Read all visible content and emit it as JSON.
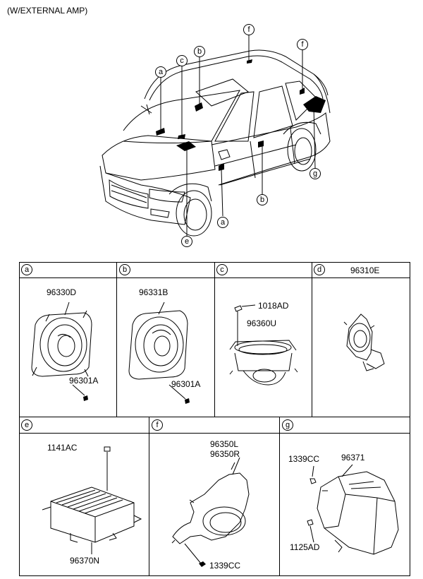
{
  "header": {
    "title": "(W/EXTERNAL AMP)"
  },
  "overview": {
    "callouts": [
      "a",
      "c",
      "b",
      "f",
      "f",
      "g",
      "b",
      "a",
      "e"
    ]
  },
  "panels": {
    "a": {
      "letter": "a",
      "part": "96330D",
      "screw": "96301A"
    },
    "b": {
      "letter": "b",
      "part": "96331B",
      "screw": "96301A"
    },
    "c": {
      "letter": "c",
      "bolt": "1018AD",
      "part": "96360U"
    },
    "d": {
      "letter": "d",
      "part": "96310E"
    },
    "e": {
      "letter": "e",
      "bolt": "1141AC",
      "part": "96370N"
    },
    "f": {
      "letter": "f",
      "part_l": "96350L",
      "part_r": "96350R",
      "nut": "1339CC"
    },
    "g": {
      "letter": "g",
      "nut": "1339CC",
      "part": "96371",
      "bolt": "1125AD"
    }
  }
}
